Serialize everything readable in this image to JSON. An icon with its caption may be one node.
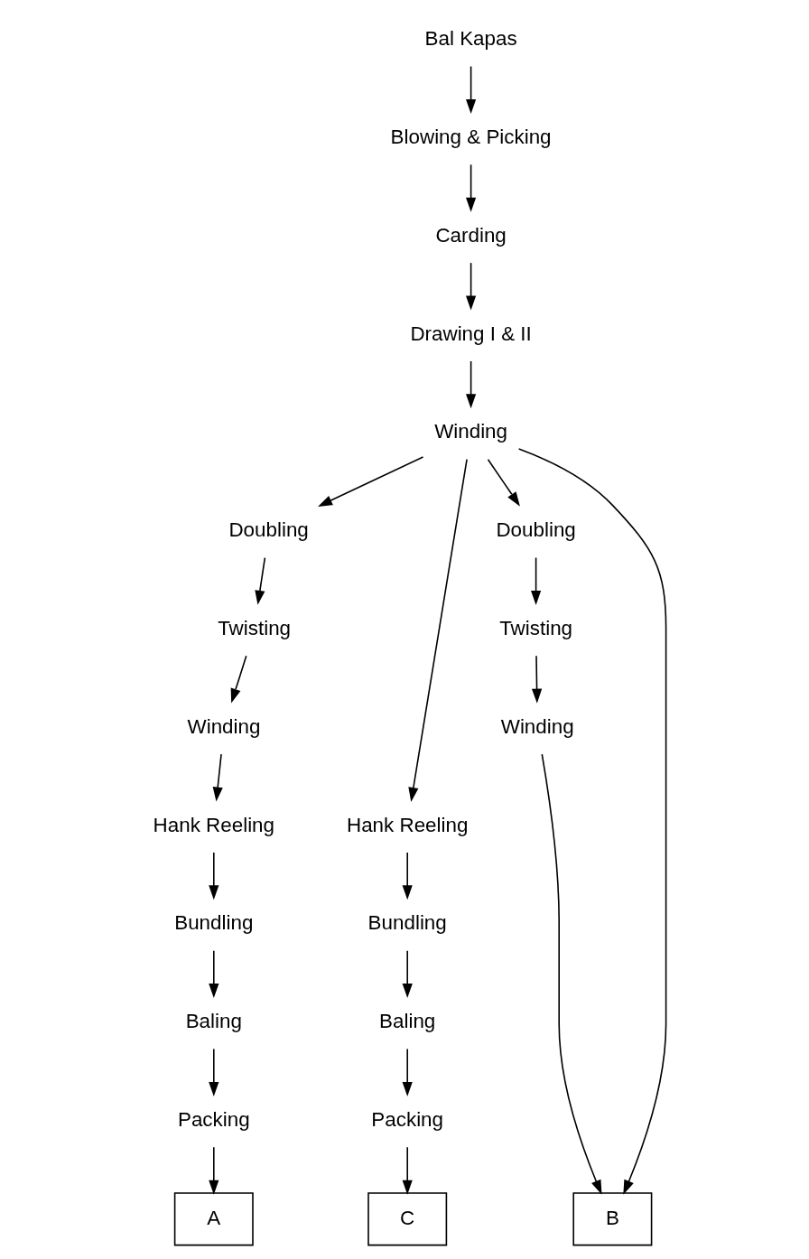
{
  "diagram": {
    "nodes": [
      {
        "text": [
          "Bal Kapas"
        ]
      },
      {
        "text": [
          "Blowing & Picking"
        ]
      },
      {
        "text": [
          "Carding"
        ]
      },
      {
        "text": [
          "Drawing I & II"
        ]
      },
      {
        "text": [
          "Winding"
        ]
      },
      {
        "text": [
          "Doubling"
        ]
      },
      {
        "text": [
          "Doubling"
        ]
      },
      {
        "text": [
          "Twisting"
        ]
      },
      {
        "text": [
          "Twisting"
        ]
      },
      {
        "text": [
          "Winding"
        ]
      },
      {
        "text": [
          "Winding"
        ]
      },
      {
        "text": [
          "Hank Reeling"
        ]
      },
      {
        "text": [
          "Hank Reeling"
        ]
      },
      {
        "text": [
          "Bundling"
        ]
      },
      {
        "text": [
          "Bundling"
        ]
      },
      {
        "text": [
          "Baling"
        ]
      },
      {
        "text": [
          "Baling"
        ]
      },
      {
        "text": [
          "Packing"
        ]
      },
      {
        "text": [
          "Packing"
        ]
      },
      {
        "text": [
          "A"
        ]
      },
      {
        "text": [
          "B"
        ]
      },
      {
        "text": [
          "C"
        ]
      }
    ],
    "edges": [
      {
        "from": 0,
        "to": 1,
        "arrow": "to"
      },
      {
        "from": 1,
        "to": 2,
        "arrow": "to"
      },
      {
        "from": 2,
        "to": 3,
        "arrow": "to"
      },
      {
        "from": 3,
        "to": 4,
        "arrow": "to"
      },
      {
        "from": 4,
        "to": 5,
        "arrow": "to"
      },
      {
        "from": 4,
        "to": 6,
        "arrow": "to"
      },
      {
        "from": 4,
        "to": 20,
        "arrow": "to"
      },
      {
        "from": 4,
        "to": 12,
        "arrow": "to"
      },
      {
        "from": 5,
        "to": 7,
        "arrow": "to"
      },
      {
        "from": 7,
        "to": 9,
        "arrow": "to"
      },
      {
        "from": 9,
        "to": 11,
        "arrow": "to"
      },
      {
        "from": 11,
        "to": 13,
        "arrow": "to"
      },
      {
        "from": 13,
        "to": 15,
        "arrow": "to"
      },
      {
        "from": 15,
        "to": 17,
        "arrow": "to"
      },
      {
        "from": 17,
        "to": 19,
        "arrow": "to"
      },
      {
        "from": 6,
        "to": 8,
        "arrow": "to"
      },
      {
        "from": 8,
        "to": 10,
        "arrow": "to"
      },
      {
        "from": 10,
        "to": 20,
        "arrow": "to"
      },
      {
        "from": 12,
        "to": 14,
        "arrow": "to"
      },
      {
        "from": 14,
        "to": 16,
        "arrow": "to"
      },
      {
        "from": 16,
        "to": 18,
        "arrow": "to"
      },
      {
        "from": 18,
        "to": 21,
        "arrow": "to"
      }
    ]
  }
}
